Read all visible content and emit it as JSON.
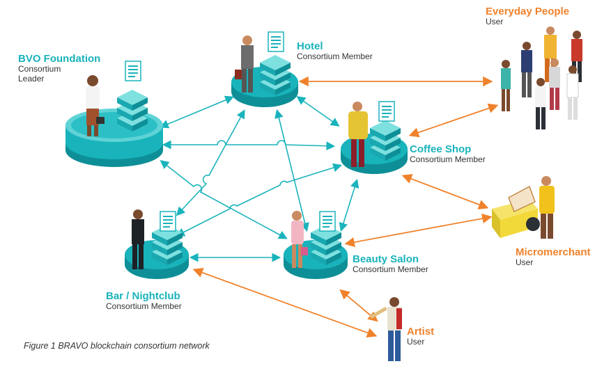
{
  "colors": {
    "teal": "#19b3bb",
    "teal_dark": "#0e8f97",
    "teal_light": "#5fd3d6",
    "orange": "#f0822c",
    "skin": "#7a4a2e",
    "suit_dark": "#2b2f36"
  },
  "consortium": [
    {
      "id": "bvo",
      "name": "BVO Foundation",
      "role_lines": [
        "Consortium",
        "Leader"
      ]
    },
    {
      "id": "hotel",
      "name": "Hotel",
      "role_lines": [
        "Consortium Member"
      ]
    },
    {
      "id": "coffee",
      "name": "Coffee Shop",
      "role_lines": [
        "Consortium Member"
      ]
    },
    {
      "id": "bar",
      "name": "Bar / Nightclub",
      "role_lines": [
        "Consortium Member"
      ]
    },
    {
      "id": "salon",
      "name": "Beauty Salon",
      "role_lines": [
        "Consortium Member"
      ]
    }
  ],
  "users": [
    {
      "id": "people",
      "name": "Everyday People",
      "role": "User"
    },
    {
      "id": "micro",
      "name": "Micromerchant",
      "role": "User"
    },
    {
      "id": "artist",
      "name": "Artist",
      "role": "User"
    }
  ],
  "caption": "Figure 1 BRAVO blockchain consortium network",
  "icons": [
    "document-icon",
    "server-stack-icon",
    "person-icon",
    "cart-icon"
  ]
}
